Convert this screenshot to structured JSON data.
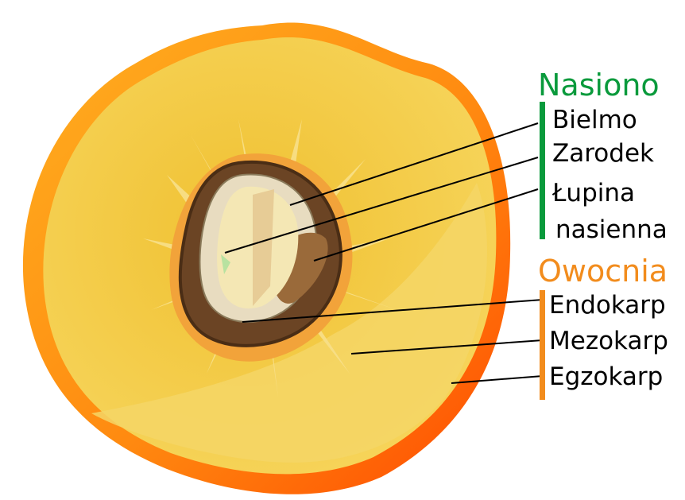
{
  "groups": {
    "seed": {
      "title": "Nasiono",
      "color": "#0a9a3c",
      "labels": [
        "Bielmo",
        "Zarodek",
        "Łupina",
        "nasienna"
      ]
    },
    "fruit": {
      "title": "Owocnia",
      "color": "#f28c1d",
      "labels": [
        "Endokarp",
        "Mezokarp",
        "Egzokarp"
      ]
    }
  },
  "colors": {
    "exocarp_light": "#ffb020",
    "exocarp_dark": "#ff4a00",
    "mesocarp": "#f2c43c",
    "mesocarp_light": "#f6da6e",
    "endocarp": "#6b4424",
    "seed_coat": "#e8dcc0",
    "endosperm": "#f4e7b4",
    "embryo": "#e6c992"
  }
}
